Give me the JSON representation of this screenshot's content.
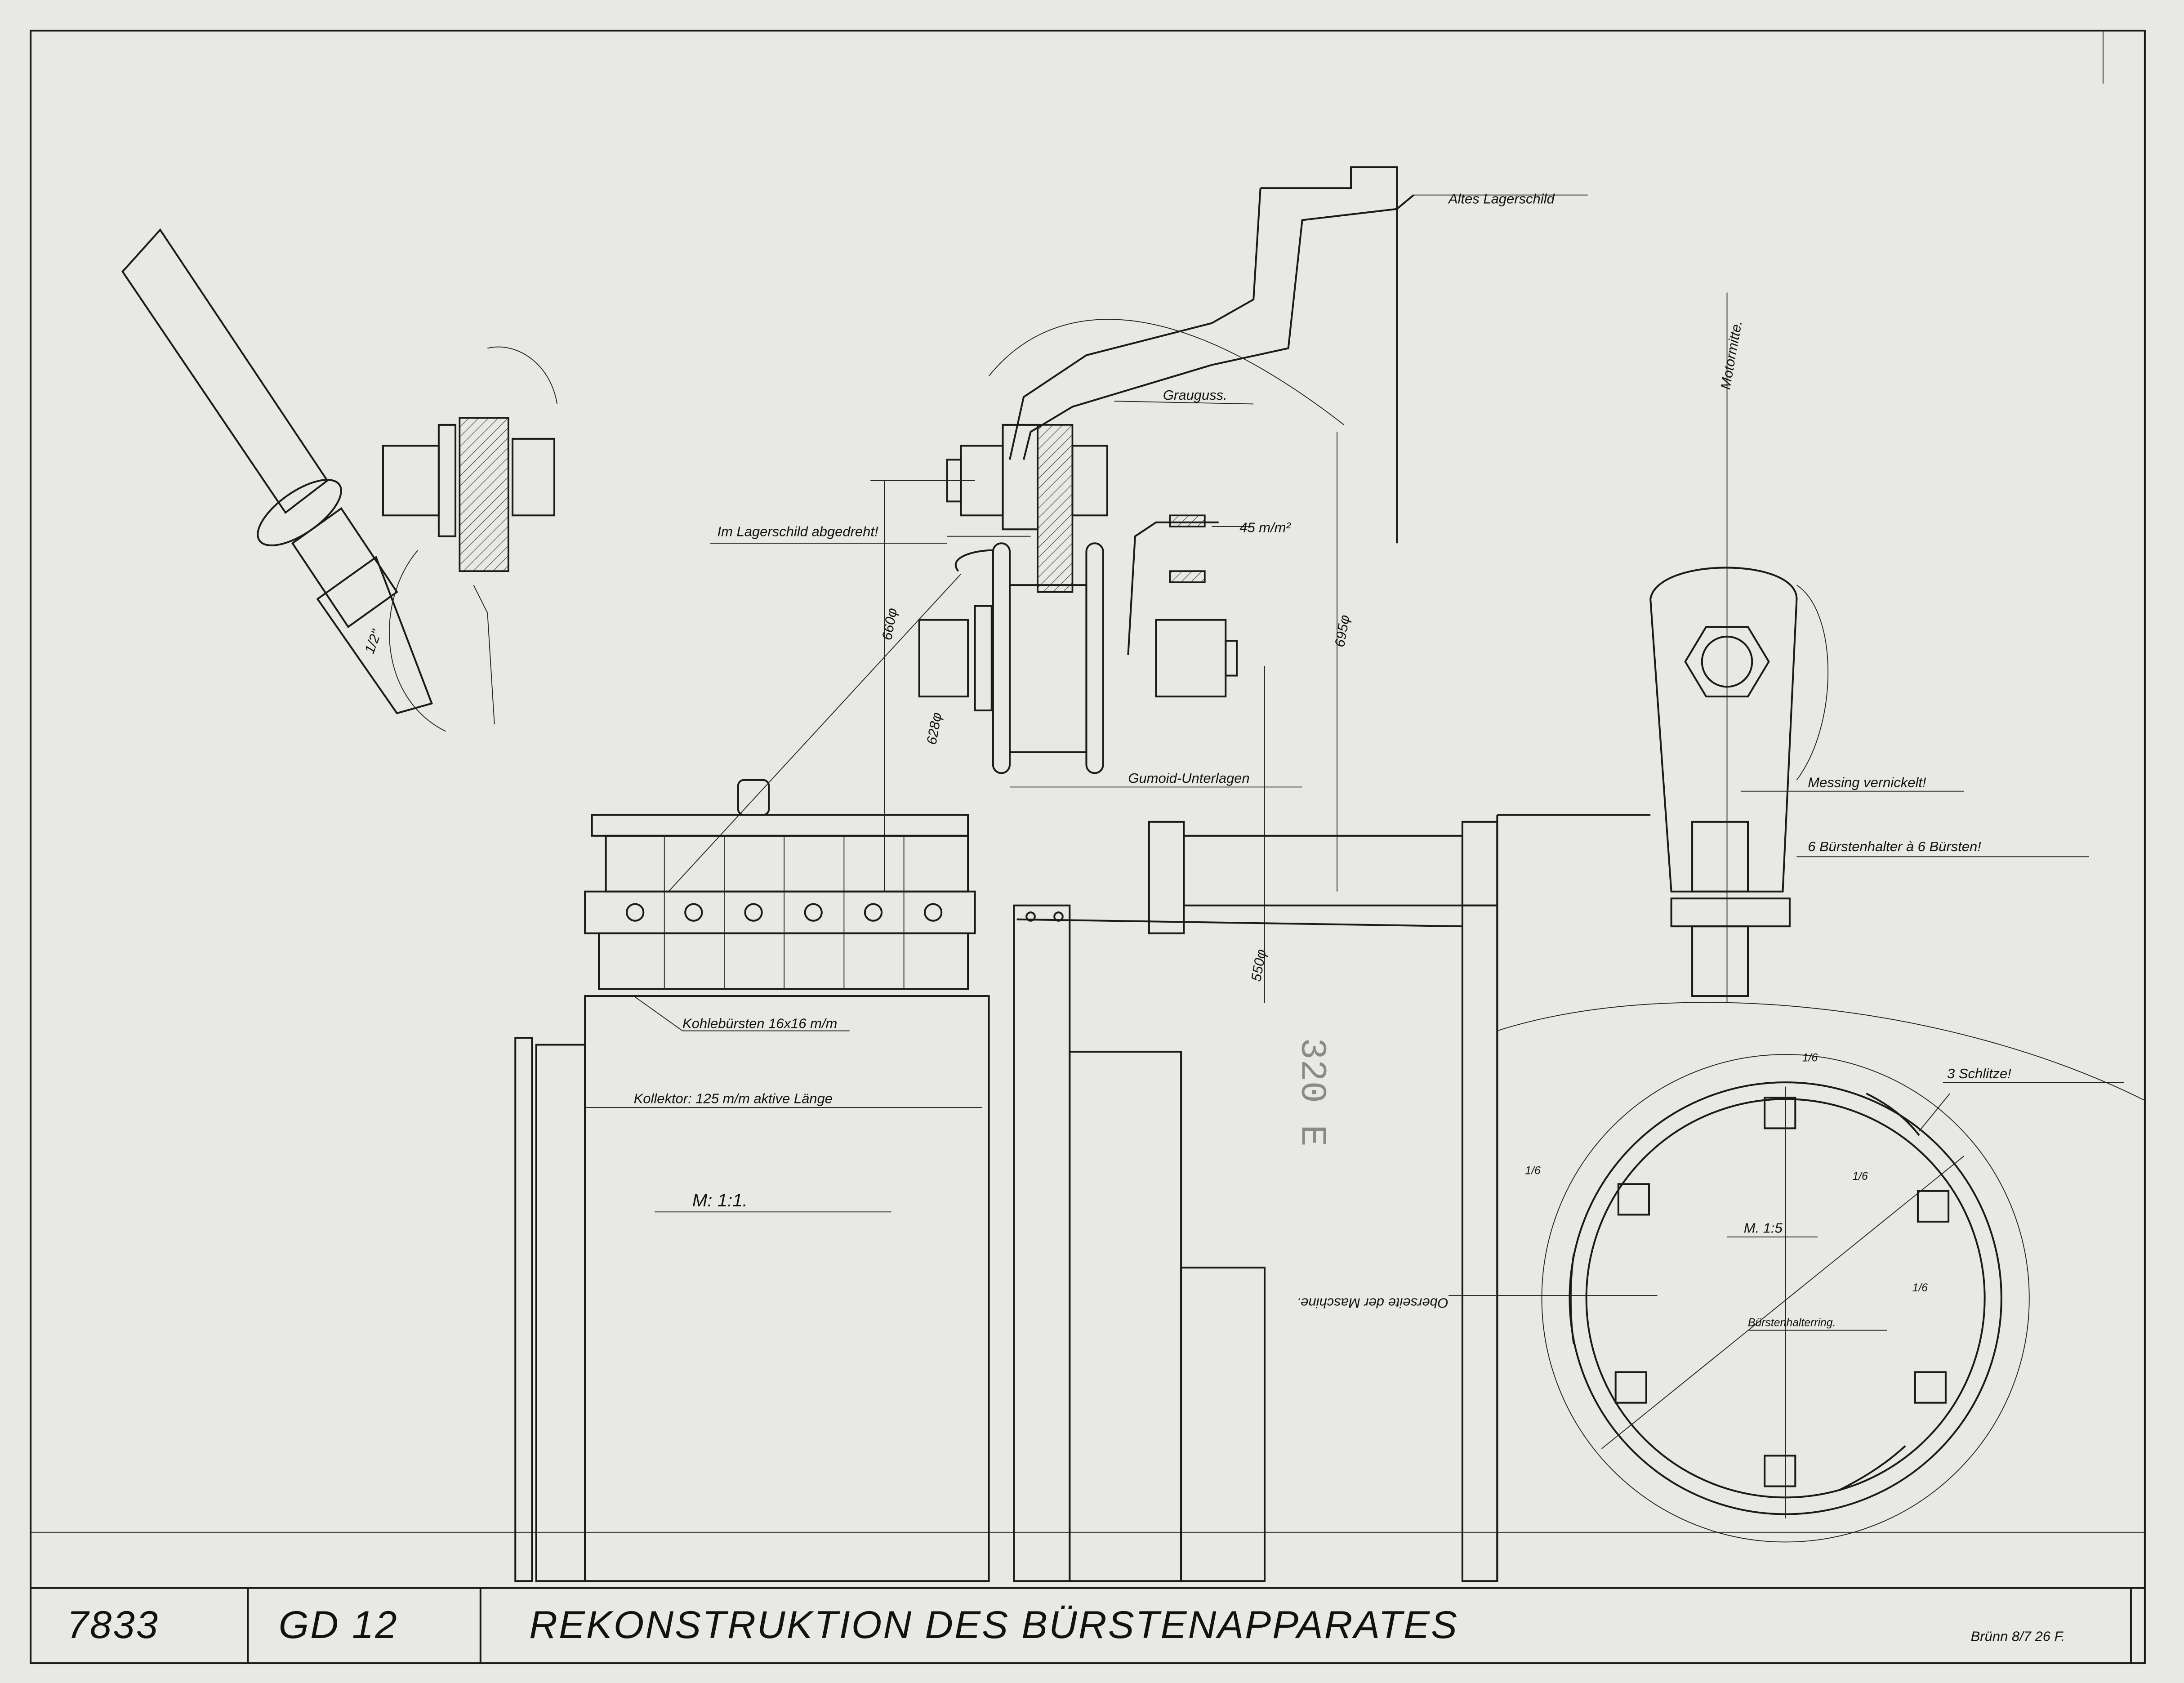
{
  "title_block": {
    "drawing_number": "7833",
    "type_code": "GD 12",
    "title": "REKONSTRUKTION DES BÜRSTENAPPARATES",
    "place_date_signature": "Brünn 8/7 26 F."
  },
  "labels": {
    "altes_lagerschild": "Altes Lagerschild",
    "grauguss": "Grauguss.",
    "abgedreht": "Im Lagerschild abgedreht!",
    "cross_section": "45 m/m²",
    "dia_660": "660φ",
    "dia_628": "628φ",
    "dia_695": "695φ",
    "dia_550": "550φ",
    "gumoid": "Gumoid-Unterlagen",
    "motormitte": "Motormitte.",
    "messing": "Messing vernickelt!",
    "buerstenhalter": "6 Bürstenhalter à 6 Bürsten!",
    "kohlebuersten": "Kohlebürsten 16x16 m/m",
    "kollektor": "Kollektor: 125 m/m aktive Länge",
    "scale_main": "M: 1:1.",
    "stamp": "320 E",
    "schlitze": "3 Schlitze!",
    "scale_ring": "M. 1:5",
    "ring_name": "Bürstenhalterring.",
    "oberseite": "Oberseite der Maschine.",
    "thread": "1/2\"",
    "sixth_1": "1/6",
    "sixth_2": "1/6",
    "sixth_3": "1/6",
    "sixth_4": "1/6"
  },
  "colors": {
    "paper": "#e8e8e4",
    "ink": "#1a1a1a",
    "stamp": "#8a8a8a"
  }
}
